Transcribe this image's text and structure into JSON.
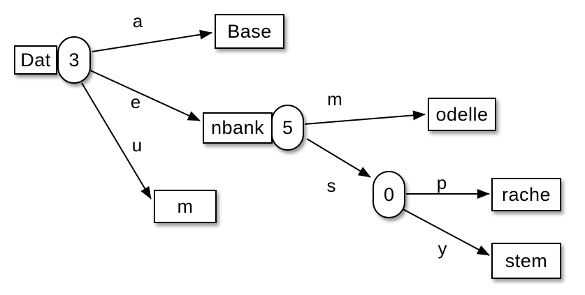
{
  "diagram": {
    "kind": "trie",
    "colors": {
      "stroke": "#000000",
      "fill": "#ffffff",
      "shadow": "rgba(0,0,0,0.40)"
    },
    "nodes": {
      "dat": {
        "label": "Dat",
        "count": "3"
      },
      "base": {
        "label": "Base"
      },
      "nbank": {
        "label": "nbank",
        "count": "5"
      },
      "odelle": {
        "label": "odelle"
      },
      "m": {
        "label": "m"
      },
      "zero": {
        "count": "0"
      },
      "rache": {
        "label": "rache"
      },
      "stem": {
        "label": "stem"
      }
    },
    "edges": {
      "a": {
        "label": "a"
      },
      "e": {
        "label": "e"
      },
      "u": {
        "label": "u"
      },
      "m": {
        "label": "m"
      },
      "s": {
        "label": "s"
      },
      "p": {
        "label": "p"
      },
      "y": {
        "label": "y"
      }
    }
  }
}
